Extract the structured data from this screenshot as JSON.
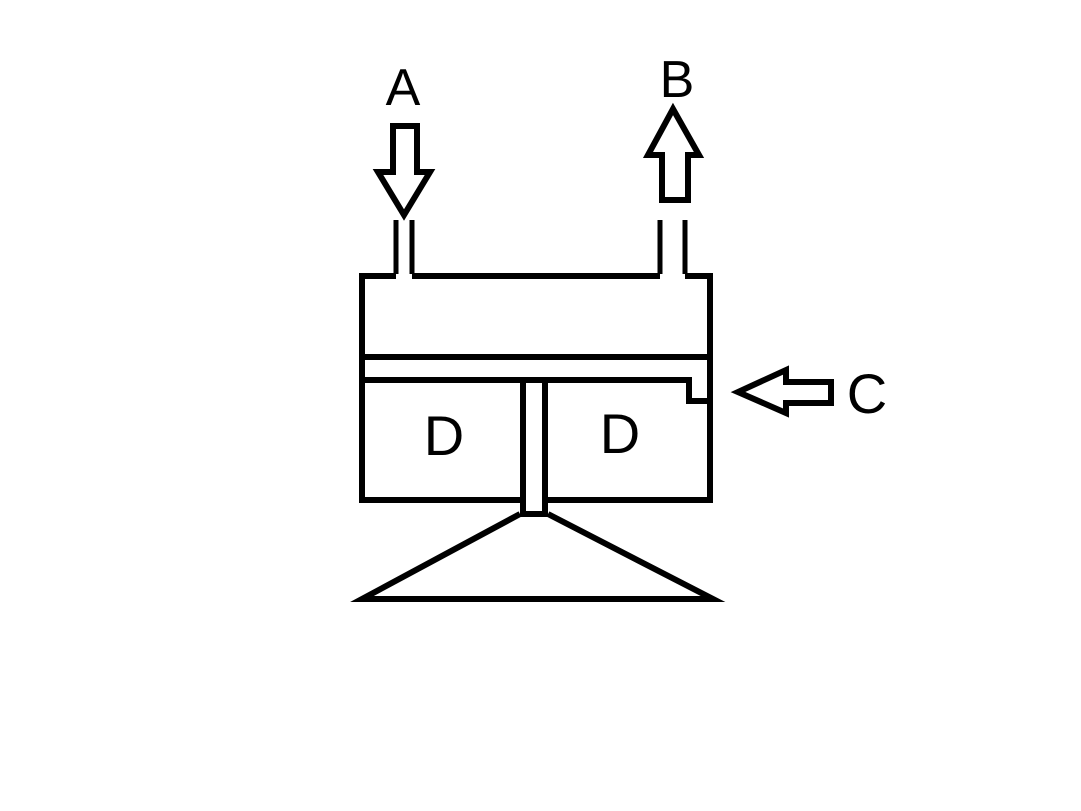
{
  "diagram": {
    "kind": "apparatus-schematic",
    "labels": {
      "inlet_top": "A",
      "outlet_top": "B",
      "inlet_side": "C",
      "chamber_left": "D",
      "chamber_right": "D"
    },
    "colors": {
      "line": "#000000",
      "background": "#ffffff",
      "arrow_fill": "#ffffff"
    }
  }
}
